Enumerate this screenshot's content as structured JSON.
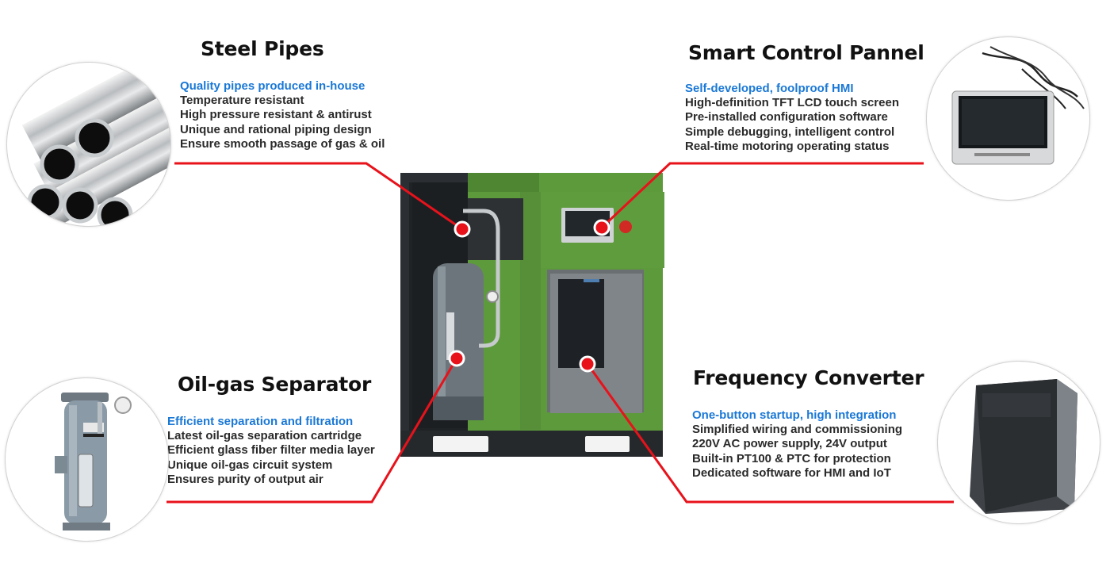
{
  "features": {
    "steel_pipes": {
      "title": "Steel Pipes",
      "highlight": "Quality pipes produced in-house",
      "lines": [
        "Temperature resistant",
        "High pressure resistant & antirust",
        "Unique and rational piping design",
        "Ensure smooth passage of gas & oil"
      ],
      "icon": "steel-pipes-photo"
    },
    "smart_control": {
      "title": "Smart Control Pannel",
      "highlight": "Self-developed, foolproof HMI",
      "lines": [
        "High-definition TFT LCD touch screen",
        "Pre-installed configuration software",
        "Simple debugging, intelligent control",
        "Real-time motoring operating status"
      ],
      "icon": "control-panel-photo"
    },
    "oil_gas": {
      "title": "Oil-gas Separator",
      "highlight": "Efficient separation and filtration",
      "lines": [
        "Latest oil-gas separation cartridge",
        "Efficient glass fiber filter media layer",
        "Unique oil-gas circuit system",
        "Ensures purity of output air"
      ],
      "icon": "separator-tank-photo"
    },
    "frequency": {
      "title": "Frequency Converter",
      "highlight": "One-button startup, high integration",
      "lines": [
        "Simplified wiring and commissioning",
        "220V AC power supply, 24V output",
        "Built-in PT100 & PTC for protection",
        "Dedicated software for HMI and IoT"
      ],
      "icon": "frequency-converter-photo"
    }
  },
  "colors": {
    "callout_line": "#e8121b",
    "highlight_text": "#1a78d6",
    "body_text": "#2a2a2a",
    "machine_green": "#5d9a3c",
    "machine_frame": "#2b2f33"
  }
}
